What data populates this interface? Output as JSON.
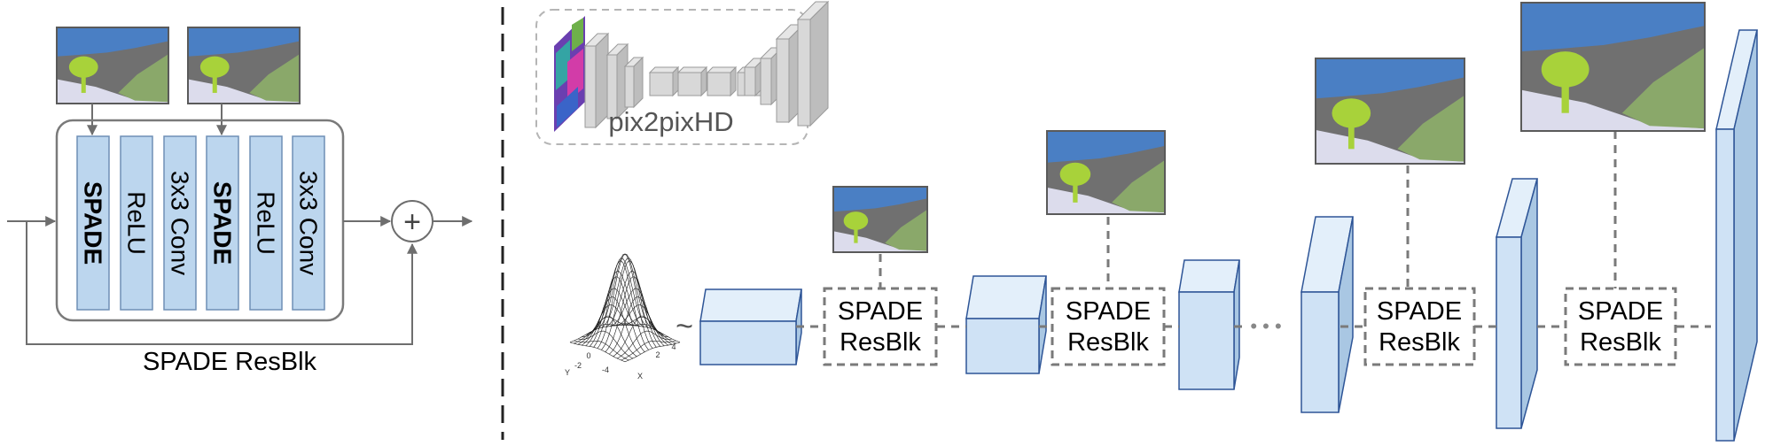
{
  "resblk_detail": {
    "layers": [
      "SPADE",
      "ReLU",
      "3x3 Conv",
      "SPADE",
      "ReLU",
      "3x3 Conv"
    ],
    "caption": "SPADE ResBlk",
    "add_symbol": "+"
  },
  "pix2pixhd_label": "pix2pixHD",
  "noise": {
    "tilde": "~",
    "axis_labels": [
      "-4",
      "-2",
      "0",
      "2",
      "4",
      "Y",
      "X"
    ]
  },
  "generator_blocks": [
    {
      "line1": "SPADE",
      "line2": "ResBlk"
    },
    {
      "line1": "SPADE",
      "line2": "ResBlk"
    },
    {
      "line1": "SPADE",
      "line2": "ResBlk"
    },
    {
      "line1": "SPADE",
      "line2": "ResBlk"
    }
  ],
  "ellipsis": "• • •",
  "colors": {
    "layer_fill": "#bcd6ee",
    "layer_stroke": "#6f8fb5",
    "box_front": "#cfe2f5",
    "box_top": "#e3effa",
    "box_side": "#a9c7e3",
    "box_stroke": "#2e5597",
    "mask_sky": "#4a7fc4",
    "mask_ground": "#707070",
    "mask_snow": "#dcdcec",
    "mask_grass": "#8aa86a",
    "mask_tree": "#a8d23a",
    "line_gray": "#7a7a7a"
  }
}
